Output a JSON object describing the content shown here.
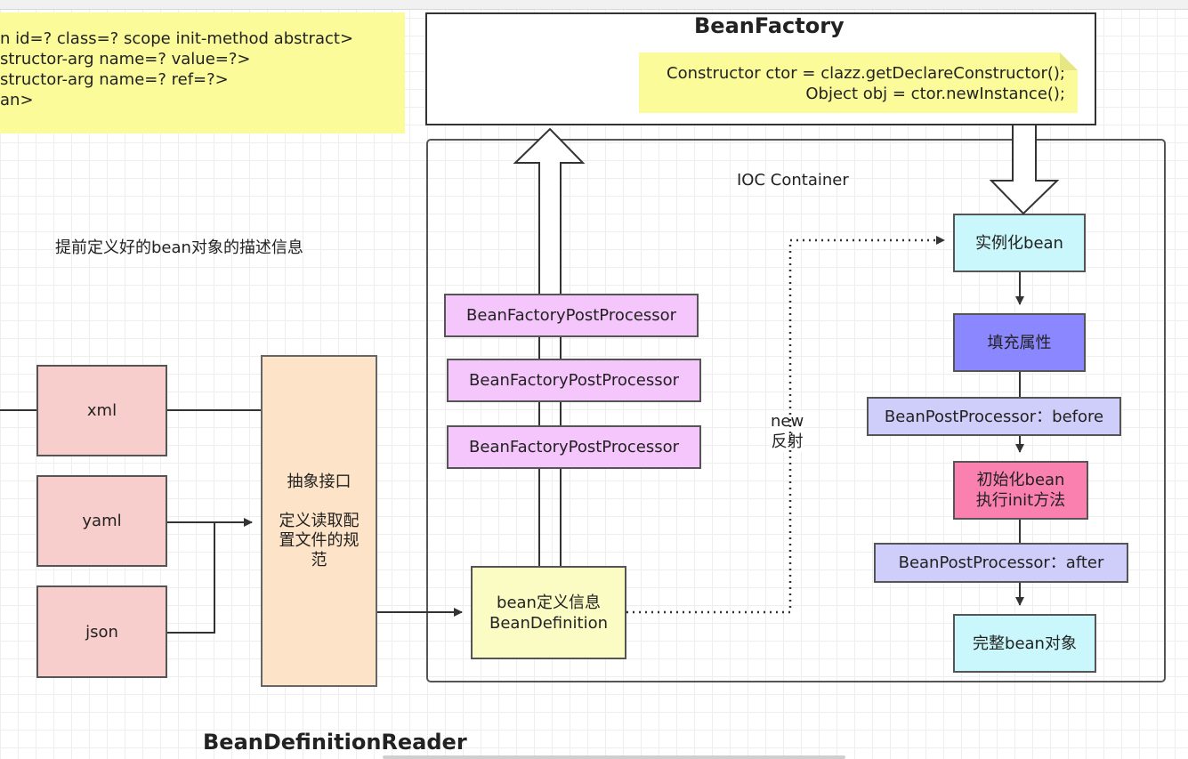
{
  "xml_note": {
    "lines": [
      "n id=? class=? scope init-method  abstract>",
      "structor-arg name=? value=?>",
      "structor-arg  name=? ref=?>",
      "an>"
    ]
  },
  "bean_factory": {
    "title": "BeanFactory",
    "code_lines": [
      "Constructor ctor = clazz.getDeclareConstructor();",
      "Object obj = ctor.newInstance();"
    ]
  },
  "description_text": "提前定义好的bean对象的描述信息",
  "sources": [
    "xml",
    "yaml",
    "json"
  ],
  "reader": {
    "line1": "抽象接口",
    "line2": "定义读取配",
    "line3": "置文件的规",
    "line4": "范",
    "caption": "BeanDefinitionReader"
  },
  "ioc": {
    "title": "IOC  Container",
    "post_processors": [
      "BeanFactoryPostProcessor",
      "BeanFactoryPostProcessor",
      "BeanFactoryPostProcessor"
    ],
    "bean_definition": {
      "line1": "bean定义信息",
      "line2": "BeanDefinition"
    },
    "reflect_label": {
      "line1": "new",
      "line2": "反射"
    },
    "lifecycle": {
      "instantiate": "实例化bean",
      "populate": "填充属性",
      "before": "BeanPostProcessor：before",
      "init_line1": "初始化bean",
      "init_line2": "执行init方法",
      "after": "BeanPostProcessor：after",
      "complete": "完整bean对象"
    }
  },
  "colors": {
    "note_yellow": "#fbfb9a",
    "source_pink": "#f8cecc",
    "reader_peach": "#fde3c7",
    "processor_violet": "#f5c6fb",
    "definition_yellow": "#fbfbc4",
    "instance_cyan": "#c9f7fb",
    "populate_blue": "#8b87ff",
    "bpp_lavender": "#cfcdf9",
    "init_magenta": "#fa80b0"
  }
}
